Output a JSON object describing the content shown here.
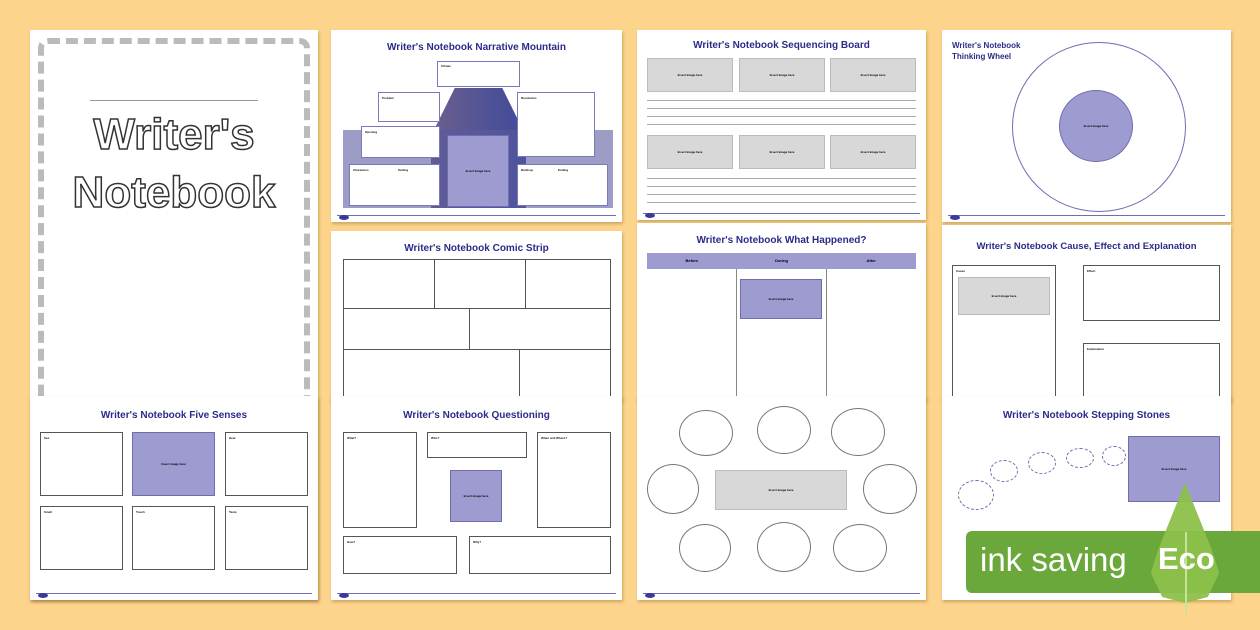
{
  "cover": {
    "line1": "Writer's",
    "line2": "Notebook"
  },
  "placeholder": "Insert image here",
  "pages": {
    "narrative": {
      "title": "Writer's Notebook Narrative Mountain",
      "labels": [
        "Climax",
        "Problem",
        "Resolution",
        "Opening",
        "Characters",
        "Setting",
        "Build-up",
        "Ending"
      ]
    },
    "sequencing": {
      "title": "Writer's Notebook Sequencing Board"
    },
    "wheel": {
      "title_line1": "Writer's Notebook",
      "title_line2": "Thinking Wheel"
    },
    "comic": {
      "title": "Writer's Notebook Comic Strip"
    },
    "happened": {
      "title": "Writer's Notebook What Happened?",
      "columns": [
        "Before",
        "During",
        "After"
      ]
    },
    "cause": {
      "title": "Writer's Notebook Cause, Effect and Explanation",
      "labels": [
        "Cause",
        "Effect",
        "Explanation"
      ]
    },
    "senses": {
      "title": "Writer's Notebook Five Senses",
      "labels": [
        "See",
        "Hear",
        "Smell",
        "Touch",
        "Taste"
      ]
    },
    "questioning": {
      "title": "Writer's Notebook Questioning",
      "labels": [
        "What?",
        "Who?",
        "When and Where?",
        "How?",
        "Why?"
      ]
    },
    "stepping": {
      "title": "Writer's Notebook Stepping Stones"
    }
  },
  "badge": {
    "text": "ink saving",
    "eco": "Eco"
  },
  "colors": {
    "background": "#fdd48c",
    "accent": "#2b2b8a",
    "image": "#9d9bd0",
    "badge": "#6aa83c"
  }
}
